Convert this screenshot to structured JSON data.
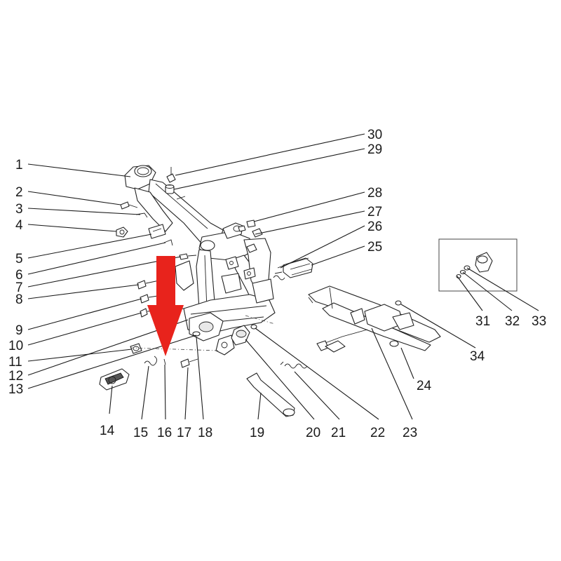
{
  "diagram": {
    "callouts": [
      "1",
      "2",
      "3",
      "4",
      "5",
      "6",
      "7",
      "8",
      "9",
      "10",
      "11",
      "12",
      "13",
      "14",
      "15",
      "16",
      "17",
      "18",
      "19",
      "20",
      "21",
      "22",
      "23",
      "24",
      "25",
      "26",
      "27",
      "28",
      "29",
      "30",
      "31",
      "32",
      "33",
      "34"
    ],
    "highlight_color": "#e8231c",
    "highlight_target": "16"
  }
}
